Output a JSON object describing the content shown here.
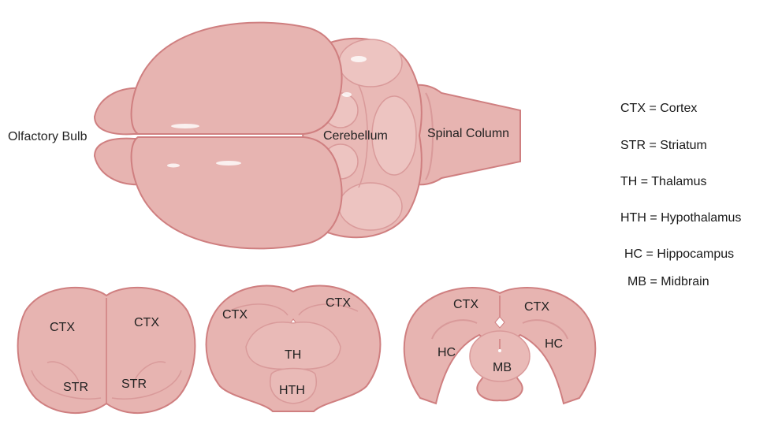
{
  "colors": {
    "tissue": "#e7b4b1",
    "tissue_light": "#f1cfcc",
    "outline": "#cf7f80",
    "highlight": "#ffffff"
  },
  "brain_top": {
    "labels": {
      "olfactory": "Olfactory Bulb",
      "cerebellum": "Cerebellum",
      "spinal": "Spinal Column"
    }
  },
  "sections": [
    {
      "labels": [
        "CTX",
        "CTX",
        "STR",
        "STR"
      ]
    },
    {
      "labels": [
        "CTX",
        "CTX",
        "TH",
        "HTH"
      ]
    },
    {
      "labels": [
        "CTX",
        "CTX",
        "HC",
        "HC",
        "MB"
      ]
    }
  ],
  "legend": [
    "CTX = Cortex",
    "STR = Striatum",
    "TH = Thalamus",
    "HTH = Hypothalamus",
    "HC = Hippocampus",
    "MB = Midbrain"
  ]
}
